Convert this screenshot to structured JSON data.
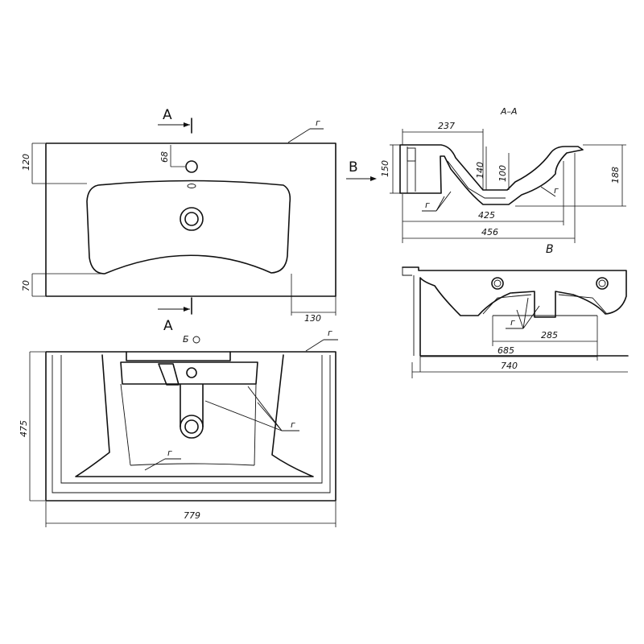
{
  "section_title": "А–А",
  "view_title": "В",
  "cut_label": "А",
  "view_arrow_label": "В",
  "bottom_mark": "Б",
  "note_mark": "г",
  "dimensions": {
    "plan_top_width": "130",
    "plan_hole_offset": "68",
    "plan_back_depth": "120",
    "plan_front_depth": "70",
    "front_height": "475",
    "front_width": "779",
    "section_237": "237",
    "section_150": "150",
    "section_140": "140",
    "section_100": "100",
    "section_188": "188",
    "section_425": "425",
    "section_456": "456",
    "view_285": "285",
    "view_685": "685",
    "view_740": "740"
  }
}
